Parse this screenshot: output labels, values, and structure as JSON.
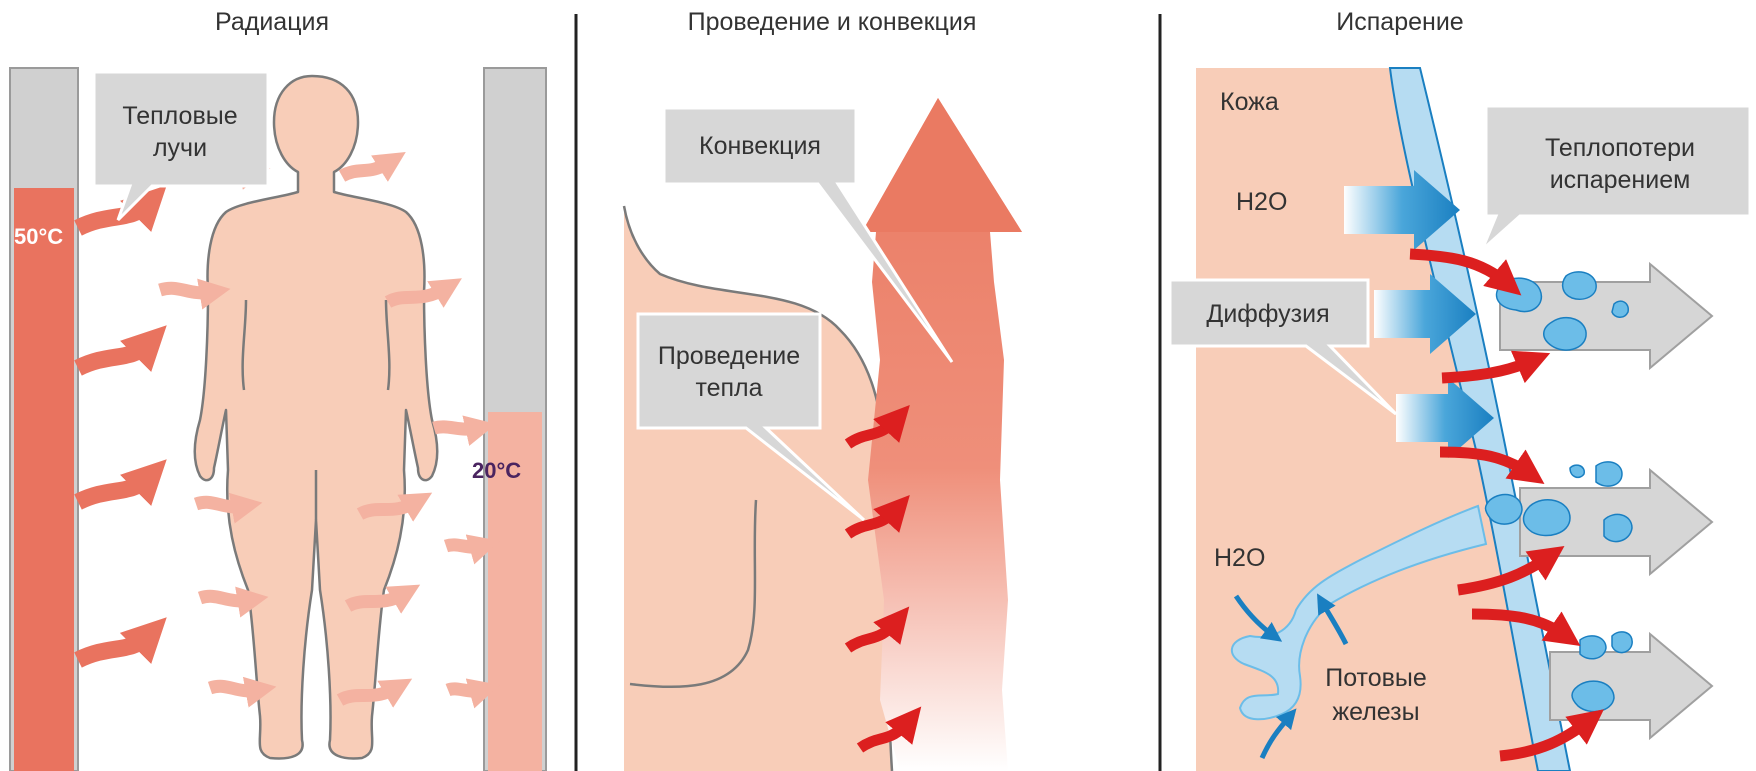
{
  "colors": {
    "skin": "#f8cdb8",
    "skin_outline": "#7a7a7a",
    "heat_red": "#e9735f",
    "heat_light": "#f4b2a1",
    "arrow_red": "#dc1f1f",
    "water_blue": "#1a7fc1",
    "droplet": "#6cbde8",
    "film": "#b6dcf2",
    "callout_gray": "#d7d7d7",
    "thermo_gray": "#d0d0d0"
  },
  "panels": {
    "radiation": {
      "title": "Радиация",
      "callout": [
        "Тепловые",
        "лучи"
      ],
      "hot_wall_temp": "50°C",
      "cold_wall_temp": "20°C"
    },
    "conduction": {
      "title": "Проведение и конвекция",
      "convection_label": "Конвекция",
      "conduction_label": [
        "Проведение",
        "тепла"
      ]
    },
    "evaporation": {
      "title": "Испарение",
      "skin_label": "Кожа",
      "water_top": "H2O",
      "water_bottom": "H2O",
      "diffusion_label": "Диффузия",
      "loss_label": [
        "Теплопотери",
        "испарением"
      ],
      "glands_label": [
        "Потовые",
        "железы"
      ]
    }
  }
}
